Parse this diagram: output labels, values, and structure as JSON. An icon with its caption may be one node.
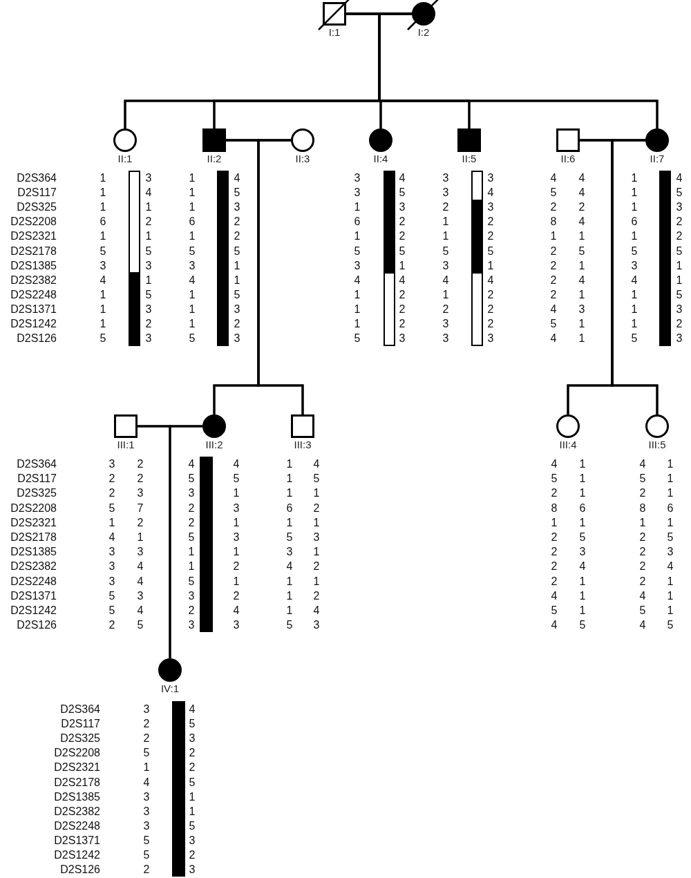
{
  "diagram": {
    "nodes": [
      {
        "text": [
          "I:1"
        ]
      },
      {
        "text": [
          "I:2"
        ]
      },
      {
        "text": [
          "II:1"
        ]
      },
      {
        "text": [
          "II:2"
        ]
      },
      {
        "text": [
          "II:3"
        ]
      },
      {
        "text": [
          "II:4"
        ]
      },
      {
        "text": [
          "II:5"
        ]
      },
      {
        "text": [
          "II:6"
        ]
      },
      {
        "text": [
          "II:7"
        ]
      },
      {
        "text": [
          "III:1"
        ]
      },
      {
        "text": [
          "III:2"
        ]
      },
      {
        "text": [
          "III:3"
        ]
      },
      {
        "text": [
          "III:4"
        ]
      },
      {
        "text": [
          "III:5"
        ]
      },
      {
        "text": [
          "IV:1"
        ]
      },
      {
        "text": [],
        "shape": "bar"
      },
      {
        "text": [],
        "shape": "bar"
      },
      {
        "text": [],
        "shape": "bar"
      },
      {
        "text": [],
        "shape": "bar"
      },
      {
        "text": [],
        "shape": "bar"
      },
      {
        "text": [],
        "shape": "bar"
      },
      {
        "text": [],
        "shape": "bar"
      }
    ],
    "edges": [
      {
        "from": 0,
        "to": 1,
        "arrow": "none"
      },
      {
        "from": 0,
        "to": 2,
        "arrow": "none"
      },
      {
        "from": 1,
        "to": 2,
        "arrow": "none"
      },
      {
        "from": 0,
        "to": 3,
        "arrow": "none"
      },
      {
        "from": 1,
        "to": 3,
        "arrow": "none"
      },
      {
        "from": 0,
        "to": 5,
        "arrow": "none"
      },
      {
        "from": 1,
        "to": 5,
        "arrow": "none"
      },
      {
        "from": 0,
        "to": 6,
        "arrow": "none"
      },
      {
        "from": 1,
        "to": 6,
        "arrow": "none"
      },
      {
        "from": 0,
        "to": 8,
        "arrow": "none"
      },
      {
        "from": 1,
        "to": 8,
        "arrow": "none"
      },
      {
        "from": 3,
        "to": 4,
        "arrow": "none"
      },
      {
        "from": 3,
        "to": 10,
        "arrow": "none"
      },
      {
        "from": 4,
        "to": 10,
        "arrow": "none"
      },
      {
        "from": 3,
        "to": 11,
        "arrow": "none"
      },
      {
        "from": 4,
        "to": 11,
        "arrow": "none"
      },
      {
        "from": 7,
        "to": 8,
        "arrow": "none"
      },
      {
        "from": 7,
        "to": 12,
        "arrow": "none"
      },
      {
        "from": 8,
        "to": 12,
        "arrow": "none"
      },
      {
        "from": 7,
        "to": 13,
        "arrow": "none"
      },
      {
        "from": 8,
        "to": 13,
        "arrow": "none"
      },
      {
        "from": 9,
        "to": 10,
        "arrow": "none"
      },
      {
        "from": 9,
        "to": 14,
        "arrow": "none"
      },
      {
        "from": 10,
        "to": 14,
        "arrow": "none"
      }
    ],
    "labels": [
      "D2S364",
      "1",
      "3",
      "1",
      "4",
      "3",
      "4",
      "3",
      "3",
      "4",
      "4",
      "1",
      "4",
      "D2S117",
      "1",
      "4",
      "1",
      "5",
      "3",
      "5",
      "3",
      "4",
      "5",
      "4",
      "1",
      "5",
      "D2S325",
      "1",
      "1",
      "1",
      "3",
      "1",
      "3",
      "2",
      "3",
      "2",
      "2",
      "1",
      "3",
      "D2S2208",
      "6",
      "2",
      "6",
      "2",
      "6",
      "2",
      "1",
      "2",
      "8",
      "4",
      "6",
      "2",
      "D2S2321",
      "1",
      "1",
      "1",
      "2",
      "1",
      "2",
      "1",
      "2",
      "1",
      "1",
      "1",
      "2",
      "D2S2178",
      "5",
      "5",
      "5",
      "5",
      "5",
      "5",
      "5",
      "5",
      "2",
      "5",
      "5",
      "5",
      "D2S1385",
      "3",
      "3",
      "3",
      "1",
      "3",
      "1",
      "3",
      "1",
      "2",
      "1",
      "3",
      "1",
      "D2S2382",
      "4",
      "1",
      "4",
      "1",
      "4",
      "4",
      "4",
      "4",
      "2",
      "4",
      "4",
      "1",
      "D2S2248",
      "1",
      "5",
      "1",
      "5",
      "1",
      "2",
      "1",
      "2",
      "2",
      "1",
      "1",
      "5",
      "D2S1371",
      "1",
      "3",
      "1",
      "3",
      "1",
      "2",
      "2",
      "2",
      "4",
      "3",
      "1",
      "3",
      "D2S1242",
      "1",
      "2",
      "1",
      "2",
      "1",
      "2",
      "3",
      "2",
      "5",
      "1",
      "1",
      "2",
      "D2S126",
      "5",
      "3",
      "5",
      "3",
      "5",
      "3",
      "3",
      "3",
      "4",
      "1",
      "5",
      "3",
      "D2S364",
      "3",
      "2",
      "4",
      "4",
      "1",
      "4",
      "4",
      "1",
      "4",
      "1",
      "D2S117",
      "2",
      "2",
      "5",
      "5",
      "1",
      "5",
      "5",
      "1",
      "5",
      "1",
      "D2S325",
      "2",
      "3",
      "3",
      "1",
      "1",
      "1",
      "2",
      "1",
      "2",
      "1",
      "D2S2208",
      "5",
      "7",
      "2",
      "3",
      "6",
      "2",
      "8",
      "6",
      "8",
      "6",
      "D2S2321",
      "1",
      "2",
      "2",
      "1",
      "1",
      "1",
      "1",
      "1",
      "1",
      "1",
      "D2S2178",
      "4",
      "1",
      "5",
      "3",
      "5",
      "3",
      "2",
      "5",
      "2",
      "5",
      "D2S1385",
      "3",
      "3",
      "1",
      "1",
      "3",
      "1",
      "2",
      "3",
      "2",
      "3",
      "D2S2382",
      "3",
      "4",
      "1",
      "2",
      "4",
      "2",
      "2",
      "4",
      "2",
      "4",
      "D2S2248",
      "3",
      "4",
      "5",
      "1",
      "1",
      "1",
      "2",
      "1",
      "2",
      "1",
      "D2S1371",
      "5",
      "3",
      "3",
      "2",
      "1",
      "2",
      "4",
      "1",
      "4",
      "1",
      "D2S1242",
      "5",
      "4",
      "2",
      "4",
      "1",
      "4",
      "5",
      "1",
      "5",
      "1",
      "D2S126",
      "2",
      "5",
      "3",
      "3",
      "5",
      "3",
      "4",
      "5",
      "4",
      "5",
      "D2S364",
      "3",
      "4",
      "D2S117",
      "2",
      "5",
      "D2S325",
      "2",
      "3",
      "D2S2208",
      "5",
      "2",
      "D2S2321",
      "1",
      "2",
      "D2S2178",
      "4",
      "5",
      "D2S1385",
      "3",
      "1",
      "D2S2382",
      "3",
      "1",
      "D2S2248",
      "3",
      "5",
      "D2S1371",
      "5",
      "3",
      "D2S1242",
      "5",
      "2",
      "D2S126",
      "2",
      "3"
    ]
  }
}
